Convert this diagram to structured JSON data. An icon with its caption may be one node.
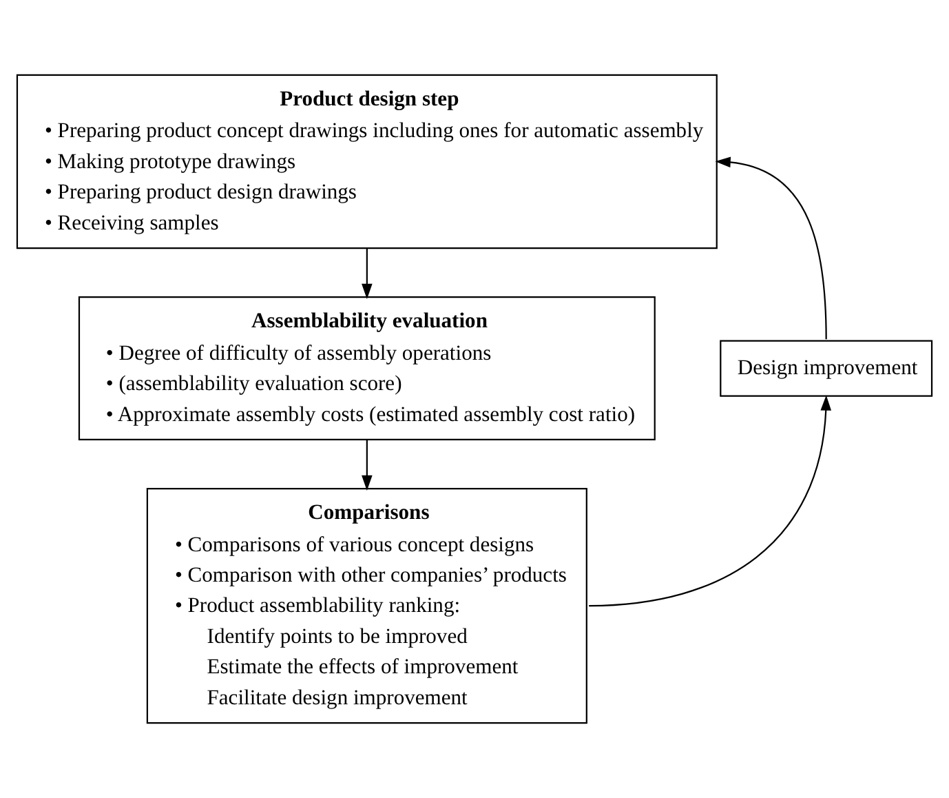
{
  "diagram": {
    "nodes": [
      {
        "text": [
          "Product design step",
          "• Preparing product concept drawings including ones for automatic assembly",
          "• Making prototype drawings",
          "• Preparing product design drawings",
          "• Receiving samples"
        ]
      },
      {
        "text": [
          "Assemblability evaluation",
          "• Degree of difficulty of assembly operations",
          "• (assemblability evaluation score)",
          "• Approximate assembly costs (estimated assembly cost ratio)"
        ]
      },
      {
        "text": [
          "Comparisons",
          "• Comparisons of various concept designs",
          "• Comparison with other companies’ products",
          "• Product assemblability ranking:",
          "Identify points to be improved",
          "Estimate the effects of improvement",
          "Facilitate design improvement"
        ]
      },
      {
        "text": [
          "Design improvement"
        ]
      }
    ],
    "edges": [
      {
        "from": 0,
        "to": 1,
        "arrow": "to"
      },
      {
        "from": 1,
        "to": 2,
        "arrow": "to"
      },
      {
        "from": 2,
        "to": 3,
        "arrow": "to"
      },
      {
        "from": 3,
        "to": 0,
        "arrow": "to"
      }
    ]
  }
}
